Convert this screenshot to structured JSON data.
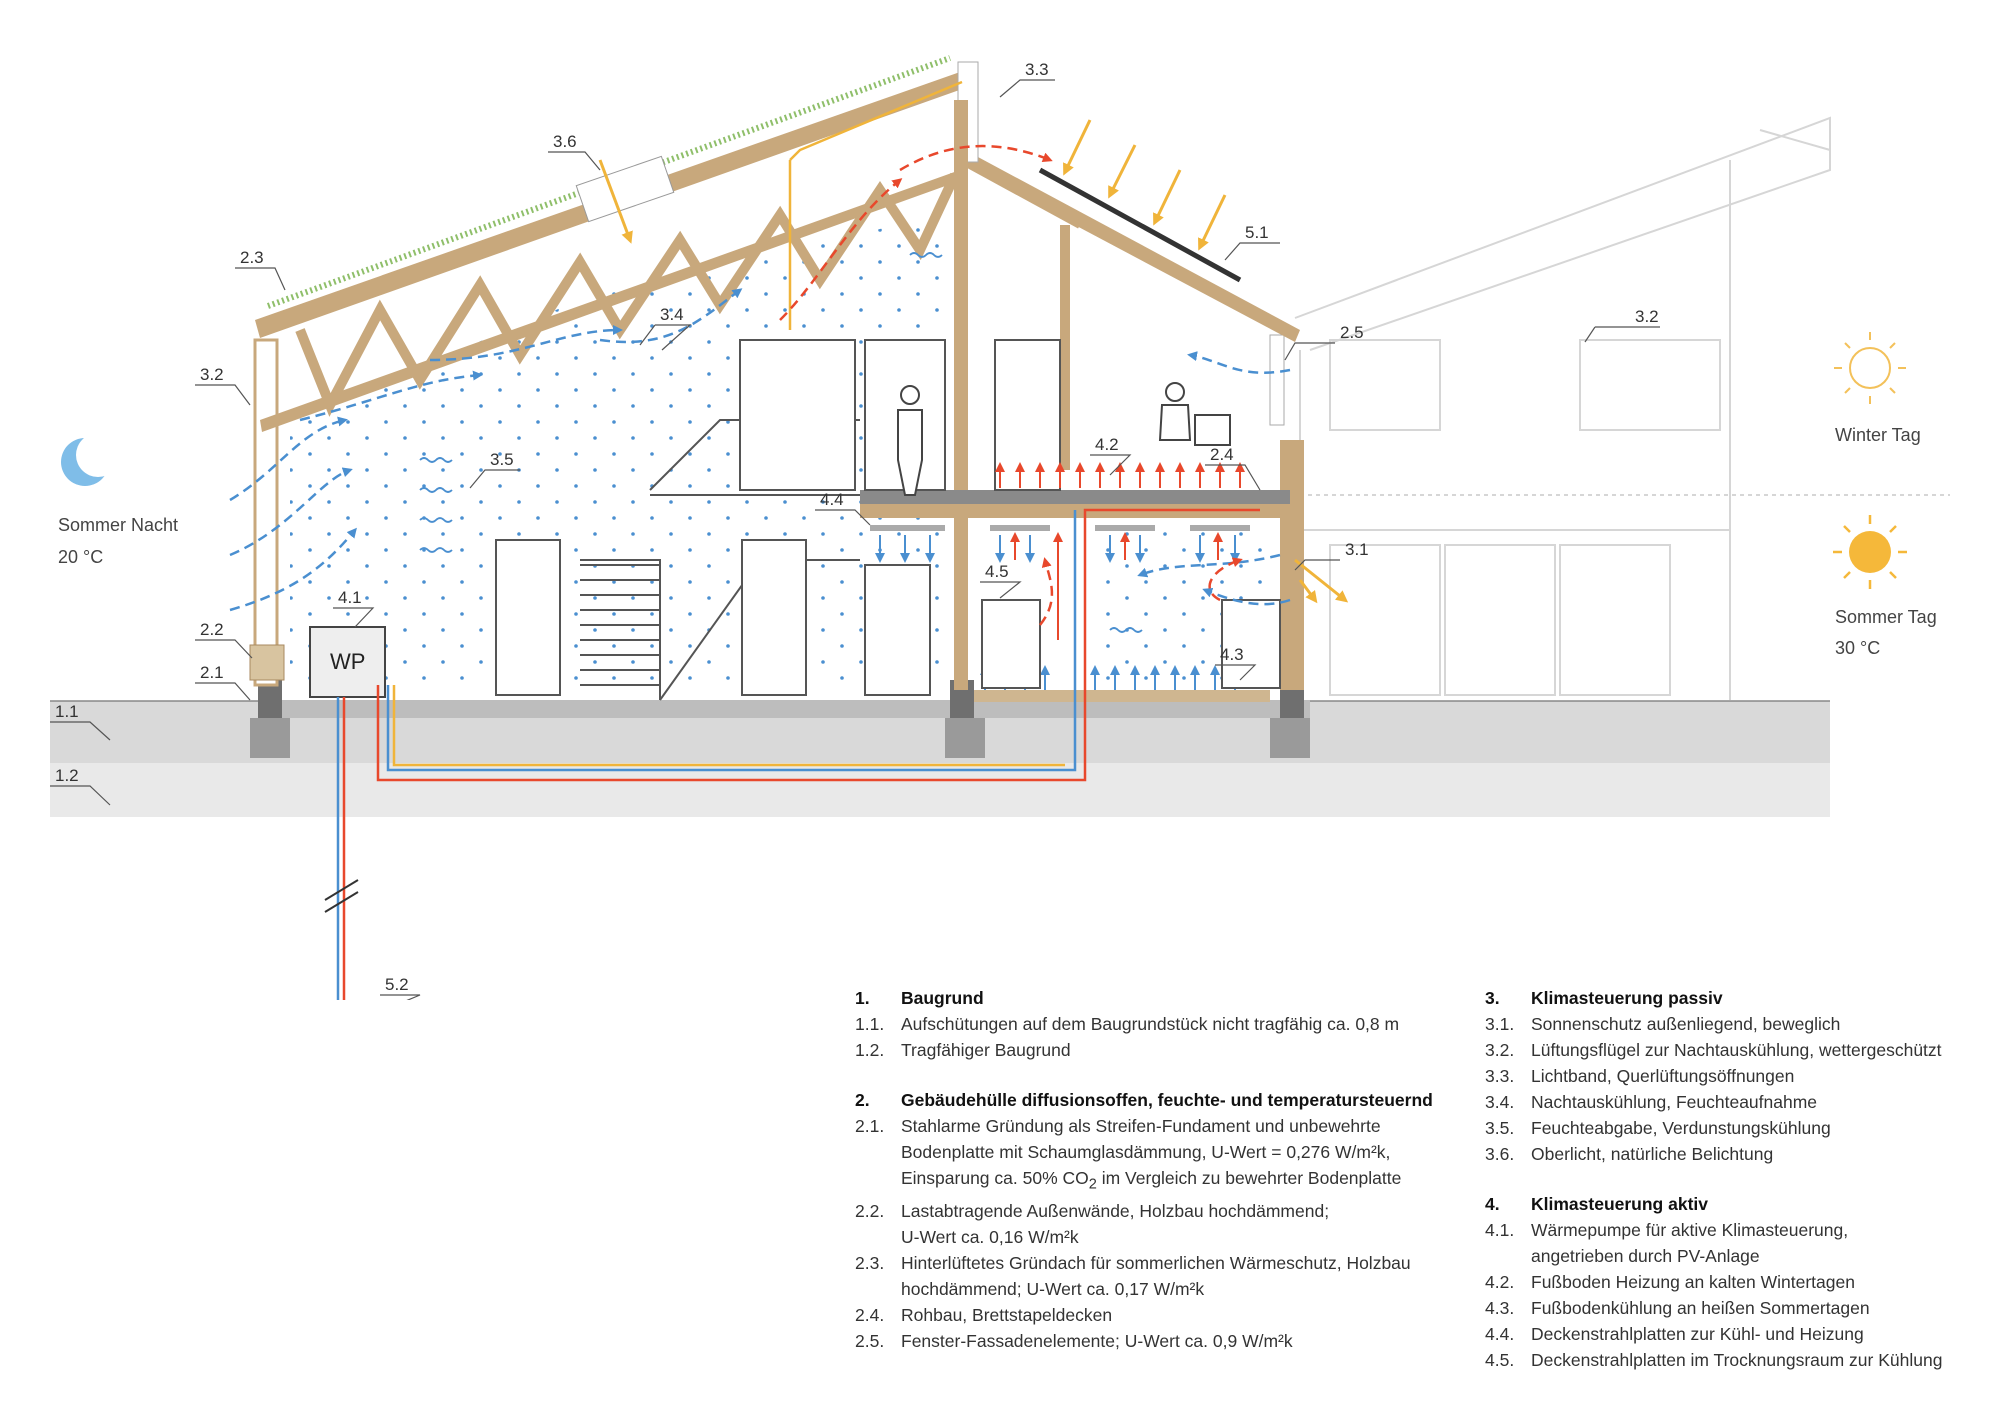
{
  "labels": {
    "l1_1": "1.1",
    "l1_2": "1.2",
    "l2_1": "2.1",
    "l2_2": "2.2",
    "l2_3": "2.3",
    "l2_4": "2.4",
    "l2_5": "2.5",
    "l3_1": "3.1",
    "l3_2a": "3.2",
    "l3_2b": "3.2",
    "l3_3": "3.3",
    "l3_4": "3.4",
    "l3_5": "3.5",
    "l3_6": "3.6",
    "l4_1": "4.1",
    "l4_2": "4.2",
    "l4_3": "4.3",
    "l4_4": "4.4",
    "l4_5": "4.5",
    "l5_1": "5.1",
    "l5_2": "5.2",
    "wp": "WP"
  },
  "conditions": {
    "summer_night": "Sommer Nacht",
    "summer_night_temp": "20 °C",
    "winter_day": "Winter Tag",
    "summer_day": "Sommer Tag",
    "summer_day_temp": "30 °C"
  },
  "icons": {
    "moon": "moon-icon",
    "sun_winter": "sun-outline-icon",
    "sun_summer": "sun-filled-icon"
  },
  "colors": {
    "cool_air": "#4a8fd0",
    "warm_air": "#e8482c",
    "sunlight": "#f0b43a",
    "timber": "#c8a87c",
    "ground": "#d9d9d9"
  },
  "legend": {
    "col1": [
      {
        "num": "1.",
        "title": "Baugrund",
        "items": [
          {
            "num": "1.1.",
            "text": "Aufschütungen auf dem Baugrundstück nicht tragfähig ca. 0,8 m"
          },
          {
            "num": "1.2.",
            "text": "Tragfähiger Baugrund"
          }
        ]
      },
      {
        "num": "2.",
        "title": "Gebäudehülle diffusionsoffen, feuchte- und temperatursteuernd",
        "items": [
          {
            "num": "2.1.",
            "l1": "Stahlarme Gründung als Streifen-Fundament und unbewehrte",
            "l2": "Bodenplatte mit Schaumglasdämmung, U-Wert = 0,276 W/m²k,",
            "l3a": "Einsparung ca. 50% CO",
            "l3sub": "2",
            "l3b": " im Vergleich zu bewehrter Bodenplatte"
          },
          {
            "num": "2.2.",
            "l1": "Lastabtragende Außenwände, Holzbau hochdämmend;",
            "l2": "U-Wert ca. 0,16 W/m²k"
          },
          {
            "num": "2.3.",
            "l1": "Hinterlüftetes Gründach für sommerlichen Wärmeschutz, Holzbau",
            "l2": "hochdämmend; U-Wert ca. 0,17 W/m²k"
          },
          {
            "num": "2.4.",
            "text": "Rohbau, Brettstapeldecken"
          },
          {
            "num": "2.5.",
            "text": "Fenster-Fassadenelemente; U-Wert ca. 0,9 W/m²k"
          }
        ]
      }
    ],
    "col2": [
      {
        "num": "3.",
        "title": "Klimasteuerung passiv",
        "items": [
          {
            "num": "3.1.",
            "text": "Sonnenschutz außenliegend, beweglich"
          },
          {
            "num": "3.2.",
            "text": "Lüftungsflügel zur Nachtauskühlung, wettergeschützt"
          },
          {
            "num": "3.3.",
            "text": "Lichtband, Querlüftungsöffnungen"
          },
          {
            "num": "3.4.",
            "text": "Nachtauskühlung, Feuchteaufnahme"
          },
          {
            "num": "3.5.",
            "text": "Feuchteabgabe, Verdunstungskühlung"
          },
          {
            "num": "3.6.",
            "text": "Oberlicht, natürliche Belichtung"
          }
        ]
      },
      {
        "num": "4.",
        "title": "Klimasteuerung aktiv",
        "items": [
          {
            "num": "4.1.",
            "l1": "Wärmepumpe für aktive Klimasteuerung,",
            "l2": "angetrieben durch PV-Anlage"
          },
          {
            "num": "4.2.",
            "text": "Fußboden Heizung an kalten Wintertagen"
          },
          {
            "num": "4.3.",
            "text": "Fußbodenkühlung an heißen Sommertagen"
          },
          {
            "num": "4.4.",
            "text": "Deckenstrahlplatten zur Kühl- und Heizung"
          },
          {
            "num": "4.5.",
            "text": "Deckenstrahlplatten im Trocknungsraum zur Kühlung"
          }
        ]
      }
    ]
  }
}
